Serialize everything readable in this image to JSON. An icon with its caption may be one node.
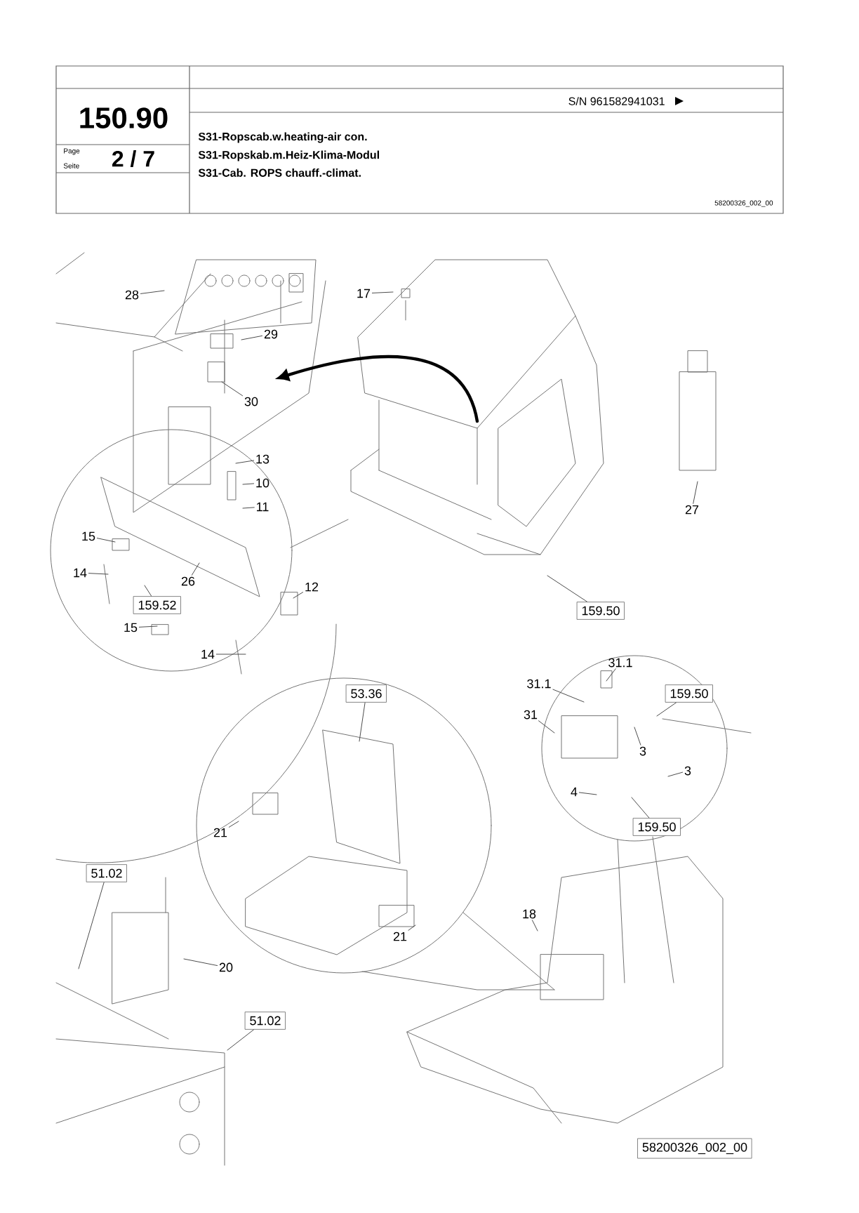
{
  "diagram": {
    "nodes": [
      {
        "text": [
          "28"
        ]
      },
      {
        "text": [
          "29"
        ]
      },
      {
        "text": [
          "30"
        ]
      },
      {
        "text": [
          "17"
        ]
      },
      {
        "text": [
          "13"
        ]
      },
      {
        "text": [
          "10"
        ]
      },
      {
        "text": [
          "11"
        ]
      },
      {
        "text": [
          "15"
        ]
      },
      {
        "text": [
          "14"
        ]
      },
      {
        "text": [
          "26"
        ]
      },
      {
        "text": [
          "12"
        ]
      },
      {
        "text": [
          "15"
        ]
      },
      {
        "text": [
          "14"
        ]
      },
      {
        "text": [
          "159.52"
        ]
      },
      {
        "text": [
          "159.50"
        ]
      },
      {
        "text": [
          "27"
        ]
      },
      {
        "text": [
          "53.36"
        ]
      },
      {
        "text": [
          "31.1"
        ]
      },
      {
        "text": [
          "31.1"
        ]
      },
      {
        "text": [
          "31"
        ]
      },
      {
        "text": [
          "159.50"
        ]
      },
      {
        "text": [
          "3"
        ]
      },
      {
        "text": [
          "3"
        ]
      },
      {
        "text": [
          "4"
        ]
      },
      {
        "text": [
          "159.50"
        ]
      },
      {
        "text": [
          "21"
        ]
      },
      {
        "text": [
          "21"
        ]
      },
      {
        "text": [
          "18"
        ]
      },
      {
        "text": [
          "51.02"
        ]
      },
      {
        "text": [
          "20"
        ]
      },
      {
        "text": [
          "51.02"
        ]
      },
      {
        "text": [
          "58200326_002_00"
        ]
      }
    ],
    "edges": [
      {
        "from": 0,
        "to": null,
        "arrow": "none"
      },
      {
        "from": 1,
        "to": null,
        "arrow": "none"
      },
      {
        "from": 2,
        "to": null,
        "arrow": "none"
      },
      {
        "from": 3,
        "to": null,
        "arrow": "none"
      },
      {
        "from": 4,
        "to": null,
        "arrow": "none"
      },
      {
        "from": 5,
        "to": null,
        "arrow": "none"
      },
      {
        "from": 6,
        "to": null,
        "arrow": "none"
      },
      {
        "from": 7,
        "to": null,
        "arrow": "none"
      },
      {
        "from": 8,
        "to": null,
        "arrow": "none"
      },
      {
        "from": 9,
        "to": null,
        "arrow": "none"
      },
      {
        "from": 10,
        "to": null,
        "arrow": "none"
      },
      {
        "from": 11,
        "to": null,
        "arrow": "none"
      },
      {
        "from": 12,
        "to": null,
        "arrow": "none"
      },
      {
        "from": 13,
        "to": null,
        "arrow": "none"
      },
      {
        "from": 14,
        "to": null,
        "arrow": "none"
      },
      {
        "from": 15,
        "to": null,
        "arrow": "none"
      },
      {
        "from": 16,
        "to": null,
        "arrow": "none"
      },
      {
        "from": 17,
        "to": null,
        "arrow": "none"
      },
      {
        "from": 18,
        "to": null,
        "arrow": "none"
      },
      {
        "from": 19,
        "to": null,
        "arrow": "none"
      },
      {
        "from": 20,
        "to": null,
        "arrow": "none"
      },
      {
        "from": 21,
        "to": null,
        "arrow": "none"
      },
      {
        "from": 22,
        "to": null,
        "arrow": "none"
      },
      {
        "from": 23,
        "to": null,
        "arrow": "none"
      },
      {
        "from": 24,
        "to": null,
        "arrow": "none"
      },
      {
        "from": 25,
        "to": null,
        "arrow": "none"
      },
      {
        "from": 26,
        "to": null,
        "arrow": "none"
      },
      {
        "from": 27,
        "to": null,
        "arrow": "none"
      },
      {
        "from": 28,
        "to": null,
        "arrow": "none"
      },
      {
        "from": 29,
        "to": null,
        "arrow": "none"
      },
      {
        "from": 30,
        "to": null,
        "arrow": "none"
      }
    ],
    "labels": [
      "S/N 961582941031",
      "150.90",
      "Page",
      "Seite",
      "2 / 7",
      "S31-Ropscab.w.heating-air con.",
      "S31-Ropskab.m.Heiz-Klima-Modul",
      "S31-Cab. ROPS chauff.-climat.",
      "58200326_002_00"
    ]
  }
}
